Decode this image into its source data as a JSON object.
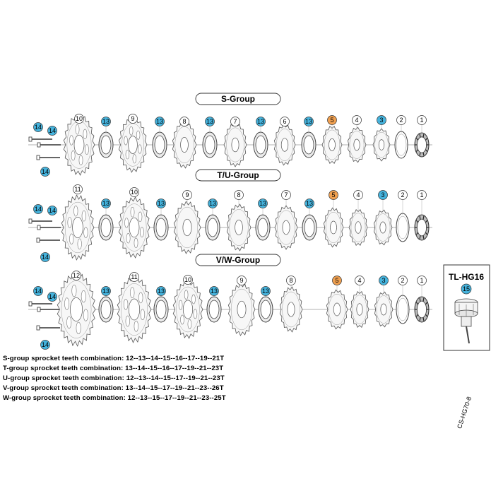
{
  "colors": {
    "blue_callout": "#45b3dd",
    "orange_callout": "#f0a050",
    "outline": "#555555"
  },
  "groups": [
    {
      "label": "S-Group",
      "callouts": [
        "14",
        "14",
        "14",
        "10",
        "13",
        "9",
        "13",
        "8",
        "13",
        "7",
        "13",
        "6",
        "13",
        "5",
        "4",
        "3",
        "2",
        "1"
      ]
    },
    {
      "label": "T/U-Group",
      "callouts": [
        "14",
        "14",
        "14",
        "11",
        "13",
        "10",
        "13",
        "9",
        "13",
        "8",
        "13",
        "7",
        "13",
        "5",
        "4",
        "3",
        "2",
        "1"
      ]
    },
    {
      "label": "V/W-Group",
      "callouts": [
        "14",
        "14",
        "14",
        "12",
        "13",
        "11",
        "13",
        "10",
        "13",
        "9",
        "13",
        "8",
        "5",
        "4",
        "3",
        "2",
        "1"
      ]
    }
  ],
  "combinations": [
    "S-group sprocket teeth combination: 12--13--14--15--16--17--19--21T",
    "T-group sprocket teeth combination: 13--14--15--16--17--19--21--23T",
    "U-group sprocket teeth combination: 12--13--14--15--17--19--21--23T",
    "V-group sprocket teeth combination: 13--14--15--17--19--21--23--26T",
    "W-group sprocket teeth combination: 12--13--15--17--19--21--23--25T"
  ],
  "tool": {
    "title": "TL-HG16",
    "callout": "15"
  },
  "model_code": "CS-HG70-8"
}
